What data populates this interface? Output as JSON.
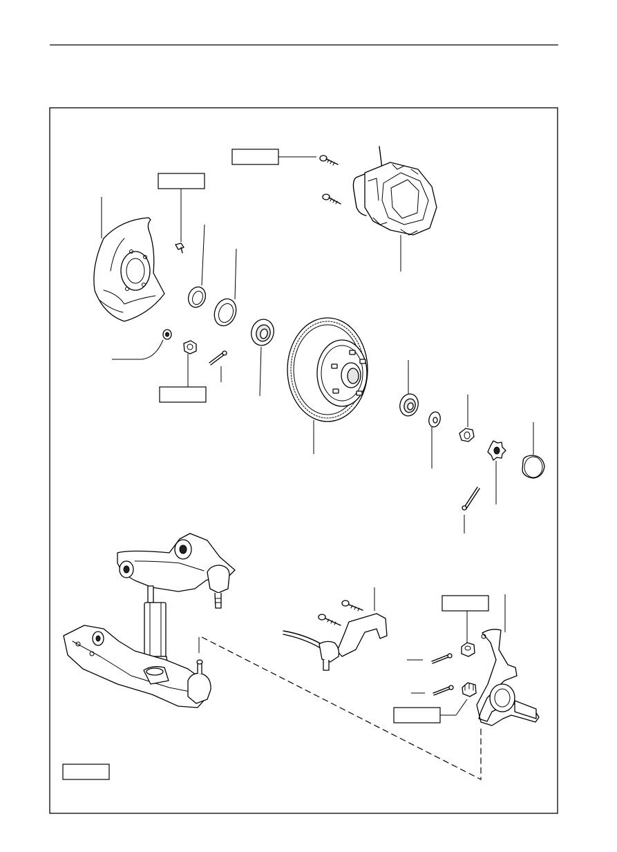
{
  "header": {
    "title": ""
  },
  "legend": {
    "label": ""
  },
  "labels": {
    "caliper_bolt_torque": "",
    "dust_cover_bolt_torque": "",
    "adjusting_nut_torque": "",
    "steering_knuckle_nut_torque": "",
    "lower_ball_joint_nut_torque": ""
  },
  "parts": [
    "caliper-bolts",
    "brake-caliper",
    "dust-cover",
    "dust-cover-bolt",
    "inner-oil-seal",
    "inner-bearing-race",
    "inner-bearing",
    "disc-rotor-hub",
    "outer-bearing-race",
    "outer-bearing",
    "thrust-washer",
    "adjusting-nut",
    "lock-cap",
    "cotter-pin",
    "grease-cap",
    "upper-suspension-arm",
    "shock-absorber",
    "lower-suspension-arm",
    "steering-knuckle-arm",
    "steering-knuckle",
    "castle-nut",
    "cotter-pins"
  ]
}
